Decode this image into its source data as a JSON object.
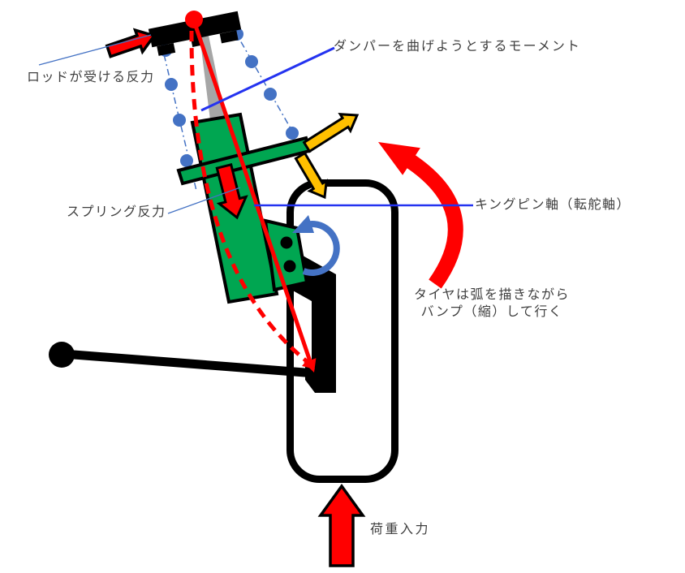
{
  "labels": {
    "rod_reaction": "ロッドが受ける反力",
    "damper_moment": "ダンパーを曲げようとするモーメント",
    "spring_reaction": "スプリング反力",
    "kingpin_axis": "キングピン軸（転舵軸）",
    "tire_arc_line1": "タイヤは弧を描きながら",
    "tire_arc_line2": "バンプ（縮）して行く",
    "load_input": "荷重入力"
  },
  "colors": {
    "red": "#FF0000",
    "green": "#00A651",
    "yellow": "#FFC000",
    "steel_blue": "#4472C4",
    "leader_blue": "#2433F0",
    "gray": "#A6A6A6",
    "black": "#000000",
    "white": "#FFFFFF",
    "text": "#3F3F3F"
  }
}
